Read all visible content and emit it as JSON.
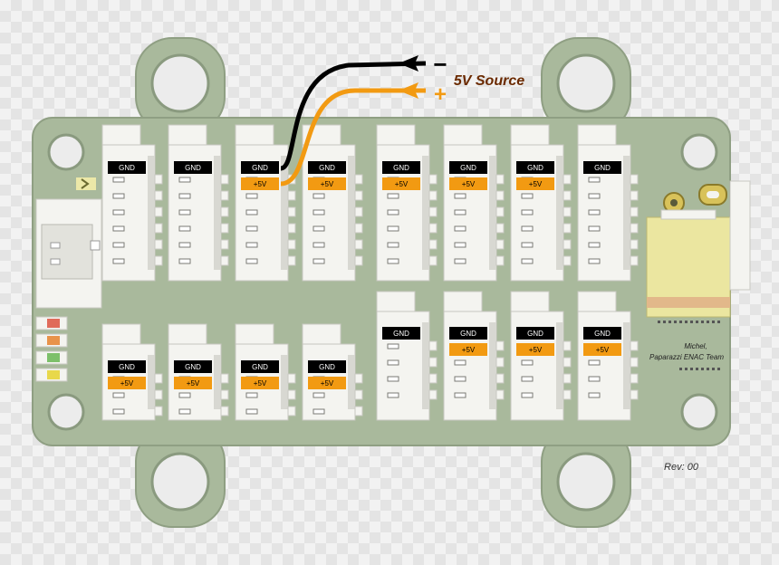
{
  "colors": {
    "board": "#a9b99c",
    "board_edge": "#8f9f83",
    "connector": "#f4f4f0",
    "connector_shade": "#d8d8d2",
    "gnd": "#000000",
    "plus5v": "#f29a12",
    "wire_black": "#000000",
    "wire_orange": "#f29a12",
    "source_text": "#6b2a00"
  },
  "labels": {
    "gnd": "GND",
    "plus5v": "+5V",
    "minus_sign": "−",
    "plus_sign": "+",
    "source": "5V Source",
    "credit_line1": "Michel,",
    "credit_line2": "Paparazzi ENAC Team",
    "revision": "Rev: 00"
  },
  "connectors": {
    "top_row": [
      {
        "id": "t1",
        "labels": [
          "gnd"
        ]
      },
      {
        "id": "t2",
        "labels": [
          "gnd"
        ]
      },
      {
        "id": "t3",
        "labels": [
          "gnd",
          "plus5v"
        ]
      },
      {
        "id": "t4",
        "labels": [
          "gnd",
          "plus5v"
        ]
      },
      {
        "id": "t5",
        "labels": [
          "gnd",
          "plus5v"
        ]
      },
      {
        "id": "t6",
        "labels": [
          "gnd",
          "plus5v"
        ]
      },
      {
        "id": "t7",
        "labels": [
          "gnd",
          "plus5v"
        ]
      },
      {
        "id": "t8",
        "labels": [
          "gnd"
        ]
      }
    ],
    "bottom_left": [
      {
        "id": "b1",
        "labels": [
          "gnd",
          "plus5v"
        ]
      },
      {
        "id": "b2",
        "labels": [
          "gnd",
          "plus5v"
        ]
      },
      {
        "id": "b3",
        "labels": [
          "gnd",
          "plus5v"
        ]
      },
      {
        "id": "b4",
        "labels": [
          "gnd",
          "plus5v"
        ]
      }
    ],
    "bottom_right": [
      {
        "id": "b5",
        "labels": [
          "gnd"
        ]
      },
      {
        "id": "b6",
        "labels": [
          "gnd",
          "plus5v"
        ]
      },
      {
        "id": "b7",
        "labels": [
          "gnd",
          "plus5v"
        ]
      },
      {
        "id": "b8",
        "labels": [
          "gnd",
          "plus5v"
        ]
      }
    ]
  },
  "leds": [
    "#e06b5a",
    "#e8934a",
    "#7dc06a",
    "#e8d84a"
  ]
}
